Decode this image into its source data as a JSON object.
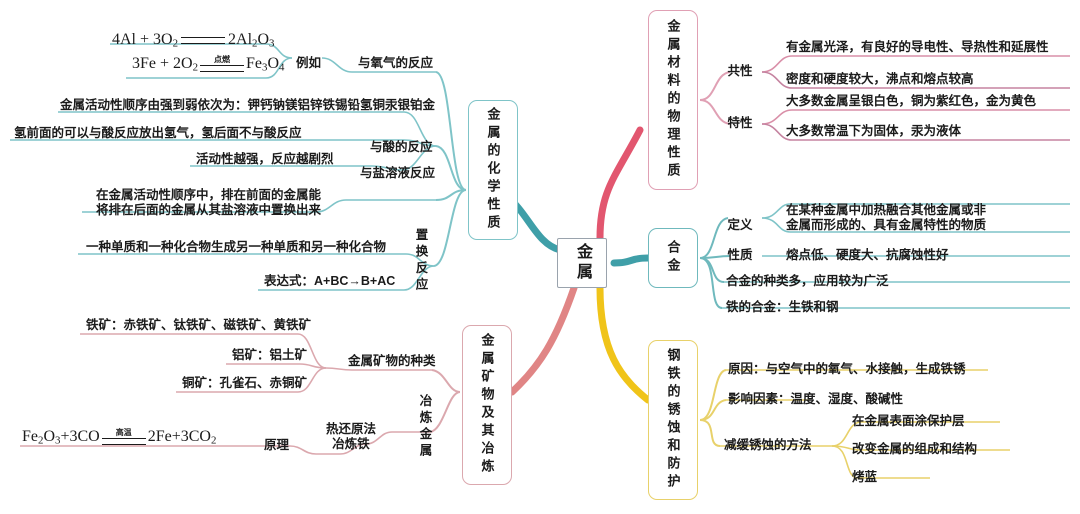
{
  "center": {
    "label": "金属"
  },
  "colors": {
    "teal": "#3f9fa8",
    "teal_light": "#7fc4c8",
    "crimson": "#e2566f",
    "pink": "#e8a9bd",
    "salmon": "#e08585",
    "rose": "#dba8ae",
    "yellow": "#f0c419",
    "gold": "#e8d16a",
    "node_border_gray": "#9aa3ad"
  },
  "branches": {
    "physical": {
      "node": "金属材料的物理性质",
      "groups": [
        {
          "label": "共性",
          "items": [
            "有金属光泽，有良好的导电性、导热性和延展性",
            "密度和硬度较大，沸点和熔点较高"
          ]
        },
        {
          "label": "特性",
          "items": [
            "大多数金属呈银白色，铜为紫红色，金为黄色",
            "大多数常温下为固体，汞为液体"
          ]
        }
      ]
    },
    "alloy": {
      "node": "合金",
      "rows": [
        {
          "label": "定义",
          "value": "在某种金属中加热融合其他金属或非\n金属而形成的、具有金属特性的物质"
        },
        {
          "label": "性质",
          "value": "熔点低、硬度大、抗腐蚀性好"
        },
        {
          "label": "",
          "value": "合金的种类多，应用较为广泛"
        },
        {
          "label": "",
          "value": "铁的合金：生铁和钢"
        }
      ]
    },
    "rust": {
      "node": "钢铁的锈蚀和防护",
      "rows": [
        {
          "label": "",
          "value": "原因：与空气中的氧气、水接触，生成铁锈"
        },
        {
          "label": "",
          "value": "影响因素：温度、湿度、酸碱性"
        }
      ],
      "method_label": "减缓锈蚀的方法",
      "methods": [
        "在金属表面涂保护层",
        "改变金属的组成和结构",
        "烤蓝"
      ]
    },
    "chemical": {
      "node": "金属的化学性质",
      "oxygen": {
        "label": "与氧气的反应",
        "example_label": "例如",
        "equations": [
          {
            "left": "4Al + 3O",
            "left_sub": "2",
            "cond": "",
            "right_pre": "2Al",
            "right_sub1": "2",
            "right_mid": "O",
            "right_sub2": "3"
          },
          {
            "left": "3Fe + 2O",
            "left_sub": "2",
            "cond": "点燃",
            "right_pre": "Fe",
            "right_sub1": "3",
            "right_mid": "O",
            "right_sub2": "4"
          }
        ]
      },
      "acid": {
        "label": "与酸的反应",
        "items": [
          "金属活动性顺序由强到弱依次为：钾钙钠镁铝锌铁锡铅氢铜汞银铂金",
          "氢前面的可以与酸反应放出氢气，氢后面不与酸反应",
          "活动性越强，反应越剧烈"
        ]
      },
      "salt": {
        "label": "与盐溶液反应",
        "items": [
          "在金属活动性顺序中，排在前面的金属能\n将排在后面的金属从其盐溶液中置换出来"
        ]
      },
      "displacement": {
        "label": "置换反应",
        "items": [
          "一种单质和一种化合物生成另一种单质和另一种化合物"
        ],
        "expression_label": "表达式：A+BC→B+AC"
      }
    },
    "ore": {
      "node": "金属矿物及其冶炼",
      "kinds_label": "金属矿物的种类",
      "kinds": [
        "铁矿：赤铁矿、钛铁矿、磁铁矿、黄铁矿",
        "铝矿：铝土矿",
        "铜矿：孔雀石、赤铜矿"
      ],
      "smelt_label": "冶炼金属",
      "method_label": "热还原法\n冶炼铁",
      "principle_label": "原理",
      "equation": {
        "left_a": "Fe",
        "left_a_sub": "2",
        "left_b": "O",
        "left_b_sub": "3",
        "left_rest": "+3CO",
        "cond": "高温",
        "right": "2Fe+3CO",
        "right_sub": "2"
      }
    }
  }
}
